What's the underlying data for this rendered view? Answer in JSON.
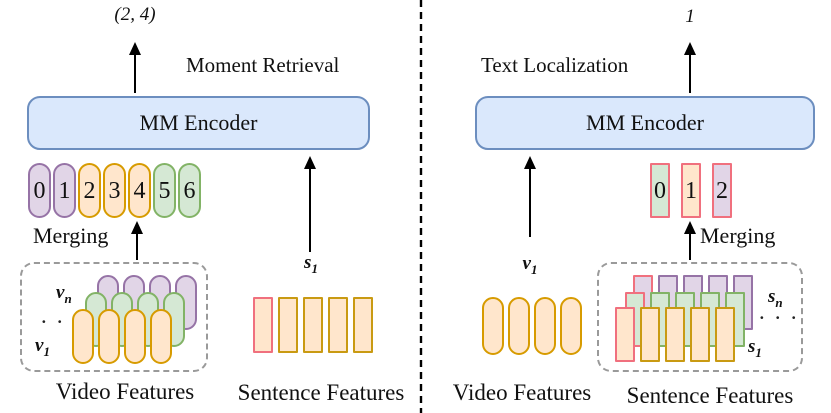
{
  "palette": {
    "encoder_fill": "#dae8fc",
    "encoder_stroke": "#6c8ebf",
    "purple_fill": "#e1d5e7",
    "purple_stroke": "#9673a6",
    "green_fill": "#d5e8d4",
    "green_stroke": "#82b366",
    "orange_fill": "#ffe6cc",
    "orange_stroke": "#d79b00",
    "gold_stroke": "#c99a12",
    "pink_stroke": "#f0707e",
    "arrow_color": "#000000",
    "dashed_box_color": "#9a9a9a"
  },
  "left": {
    "task_label": "Moment Retrieval",
    "output_label": "(2, 4)",
    "encoder_label": "MM Encoder",
    "merging_label": "Merging",
    "tokens": [
      {
        "label": "0",
        "fill": "purple",
        "stroke": "purple"
      },
      {
        "label": "1",
        "fill": "purple",
        "stroke": "purple"
      },
      {
        "label": "2",
        "fill": "orange",
        "stroke": "orange"
      },
      {
        "label": "3",
        "fill": "orange",
        "stroke": "orange"
      },
      {
        "label": "4",
        "fill": "orange",
        "stroke": "orange"
      },
      {
        "label": "5",
        "fill": "green",
        "stroke": "green"
      },
      {
        "label": "6",
        "fill": "green",
        "stroke": "green"
      }
    ],
    "video": {
      "caption": "Video Features",
      "label_top": {
        "base": "v",
        "sub": "n"
      },
      "dots": "· · ·",
      "label_bottom": {
        "base": "v",
        "sub": "1"
      },
      "rows": {
        "back": [
          {
            "fill": "purple",
            "stroke": "purple"
          },
          {
            "fill": "purple",
            "stroke": "purple"
          },
          {
            "fill": "purple",
            "stroke": "purple"
          },
          {
            "fill": "purple",
            "stroke": "purple"
          }
        ],
        "middle": [
          {
            "fill": "green",
            "stroke": "green"
          },
          {
            "fill": "green",
            "stroke": "green"
          },
          {
            "fill": "green",
            "stroke": "green"
          },
          {
            "fill": "green",
            "stroke": "green"
          }
        ],
        "front": [
          {
            "fill": "orange",
            "stroke": "orange"
          },
          {
            "fill": "orange",
            "stroke": "orange"
          },
          {
            "fill": "orange",
            "stroke": "orange"
          },
          {
            "fill": "orange",
            "stroke": "orange"
          }
        ]
      }
    },
    "sentence": {
      "caption": "Sentence Features",
      "label": {
        "base": "s",
        "sub": "1"
      },
      "cells": [
        {
          "fill": "orange",
          "stroke": "pink"
        },
        {
          "fill": "orange",
          "stroke": "gold"
        },
        {
          "fill": "orange",
          "stroke": "gold"
        },
        {
          "fill": "orange",
          "stroke": "gold"
        },
        {
          "fill": "orange",
          "stroke": "gold"
        }
      ]
    }
  },
  "right": {
    "task_label": "Text Localization",
    "output_label": "1",
    "encoder_label": "MM Encoder",
    "merging_label": "Merging",
    "tokens": [
      {
        "label": "0",
        "fill": "green",
        "stroke": "pink"
      },
      {
        "label": "1",
        "fill": "orange",
        "stroke": "pink"
      },
      {
        "label": "2",
        "fill": "purple",
        "stroke": "pink"
      }
    ],
    "video": {
      "caption": "Video Features",
      "label": {
        "base": "v",
        "sub": "1"
      },
      "cells": [
        {
          "fill": "orange",
          "stroke": "orange"
        },
        {
          "fill": "orange",
          "stroke": "orange"
        },
        {
          "fill": "orange",
          "stroke": "orange"
        },
        {
          "fill": "orange",
          "stroke": "orange"
        }
      ]
    },
    "sentence": {
      "caption": "Sentence Features",
      "label_top": {
        "base": "s",
        "sub": "n"
      },
      "dots": "· · ·",
      "label_bottom": {
        "base": "s",
        "sub": "1"
      },
      "rows": {
        "back": [
          {
            "fill": "purple",
            "stroke": "pink"
          },
          {
            "fill": "purple",
            "stroke": "purple"
          },
          {
            "fill": "purple",
            "stroke": "purple"
          },
          {
            "fill": "purple",
            "stroke": "purple"
          },
          {
            "fill": "purple",
            "stroke": "purple"
          }
        ],
        "middle": [
          {
            "fill": "green",
            "stroke": "pink"
          },
          {
            "fill": "green",
            "stroke": "green"
          },
          {
            "fill": "green",
            "stroke": "green"
          },
          {
            "fill": "green",
            "stroke": "green"
          },
          {
            "fill": "green",
            "stroke": "green"
          }
        ],
        "front": [
          {
            "fill": "orange",
            "stroke": "pink"
          },
          {
            "fill": "orange",
            "stroke": "gold"
          },
          {
            "fill": "orange",
            "stroke": "gold"
          },
          {
            "fill": "orange",
            "stroke": "gold"
          },
          {
            "fill": "orange",
            "stroke": "gold"
          }
        ]
      }
    }
  }
}
